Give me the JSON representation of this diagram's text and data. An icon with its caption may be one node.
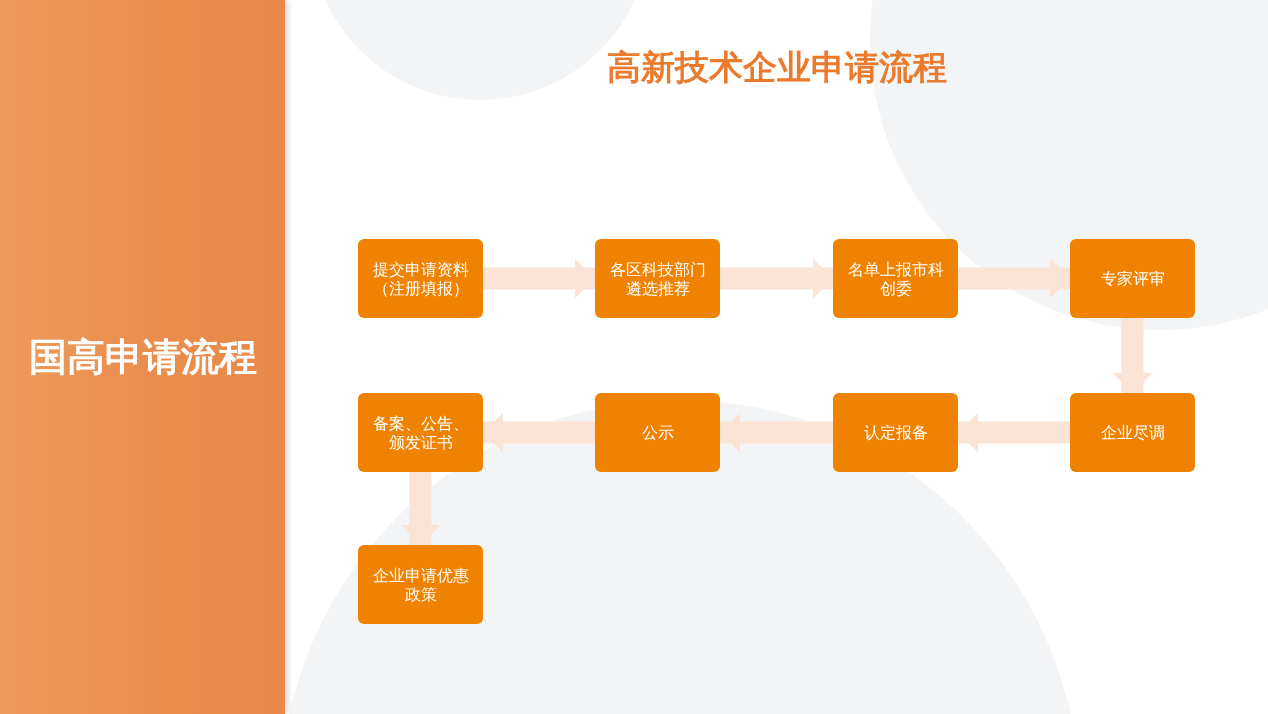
{
  "diagram": {
    "title": "高新技术企业申请流程",
    "nodes": [
      {
        "text": [
          "国高申请流程"
        ]
      },
      {
        "text": [
          "提交申请资料（注册填报）"
        ]
      },
      {
        "text": [
          "各区科技部门遴选推荐"
        ]
      },
      {
        "text": [
          "名单上报市科创委"
        ]
      },
      {
        "text": [
          "专家评审"
        ]
      },
      {
        "text": [
          "企业尽调"
        ]
      },
      {
        "text": [
          "认定报备"
        ]
      },
      {
        "text": [
          "公示"
        ]
      },
      {
        "text": [
          "备案、公告、颁发证书"
        ]
      },
      {
        "text": [
          "企业申请优惠政策"
        ]
      }
    ],
    "edges": [
      {
        "from": 1,
        "to": 2,
        "arrow": "to"
      },
      {
        "from": 2,
        "to": 3,
        "arrow": "to"
      },
      {
        "from": 3,
        "to": 4,
        "arrow": "to"
      },
      {
        "from": 4,
        "to": 5,
        "arrow": "to"
      },
      {
        "from": 5,
        "to": 6,
        "arrow": "to"
      },
      {
        "from": 6,
        "to": 7,
        "arrow": "to"
      },
      {
        "from": 7,
        "to": 8,
        "arrow": "to"
      },
      {
        "from": 8,
        "to": 9,
        "arrow": "to"
      }
    ]
  }
}
